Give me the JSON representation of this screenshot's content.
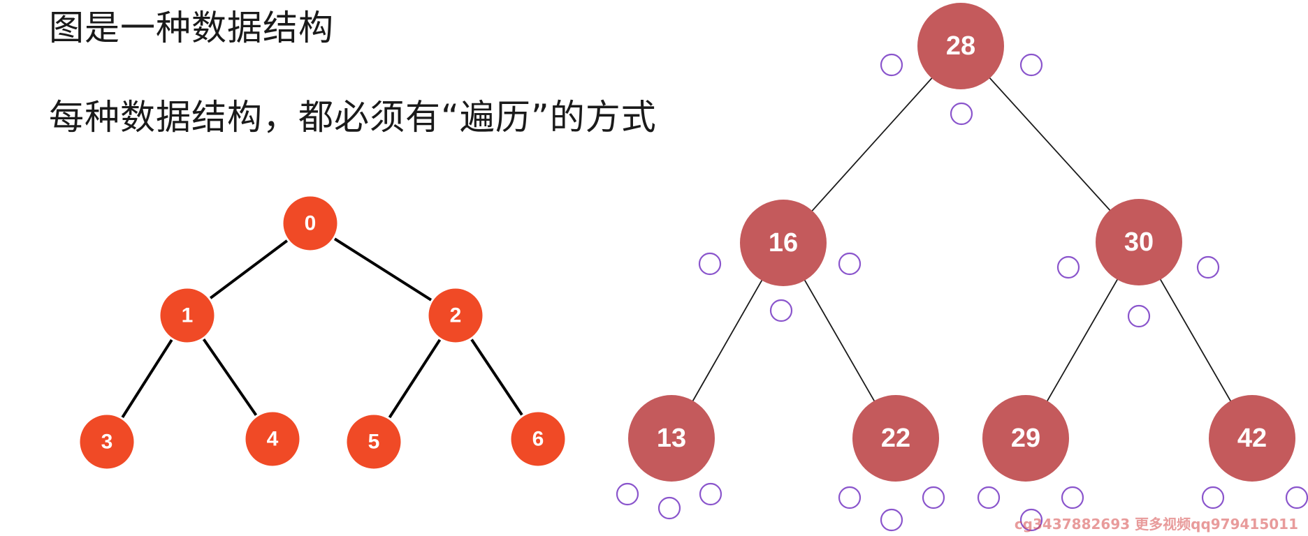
{
  "title_line_1": "图是一种数据结构",
  "title_line_2": "每种数据结构，都必须有“遍历”的方式",
  "colors": {
    "left_tree_node": "#f04a26",
    "left_tree_edge": "#000000",
    "right_tree_node": "#c45a5c",
    "right_tree_edge": "#1a1a1a",
    "marker_circle": "#8a55cc",
    "text": "#1a1a1a"
  },
  "left_tree": {
    "nodes": [
      {
        "id": "l0",
        "label": "0"
      },
      {
        "id": "l1",
        "label": "1"
      },
      {
        "id": "l2",
        "label": "2"
      },
      {
        "id": "l3",
        "label": "3"
      },
      {
        "id": "l4",
        "label": "4"
      },
      {
        "id": "l5",
        "label": "5"
      },
      {
        "id": "l6",
        "label": "6"
      }
    ],
    "edges": [
      [
        "l0",
        "l1"
      ],
      [
        "l0",
        "l2"
      ],
      [
        "l1",
        "l3"
      ],
      [
        "l1",
        "l4"
      ],
      [
        "l2",
        "l5"
      ],
      [
        "l2",
        "l6"
      ]
    ]
  },
  "right_tree": {
    "nodes": [
      {
        "id": "r28",
        "label": "28"
      },
      {
        "id": "r16",
        "label": "16"
      },
      {
        "id": "r30",
        "label": "30"
      },
      {
        "id": "r13",
        "label": "13"
      },
      {
        "id": "r22",
        "label": "22"
      },
      {
        "id": "r29",
        "label": "29"
      },
      {
        "id": "r42",
        "label": "42"
      }
    ],
    "edges": [
      [
        "r28",
        "r16"
      ],
      [
        "r28",
        "r30"
      ],
      [
        "r16",
        "r13"
      ],
      [
        "r16",
        "r22"
      ],
      [
        "r30",
        "r29"
      ],
      [
        "r30",
        "r42"
      ]
    ]
  },
  "watermark": "cg3437882693 更多视频qq979415011"
}
